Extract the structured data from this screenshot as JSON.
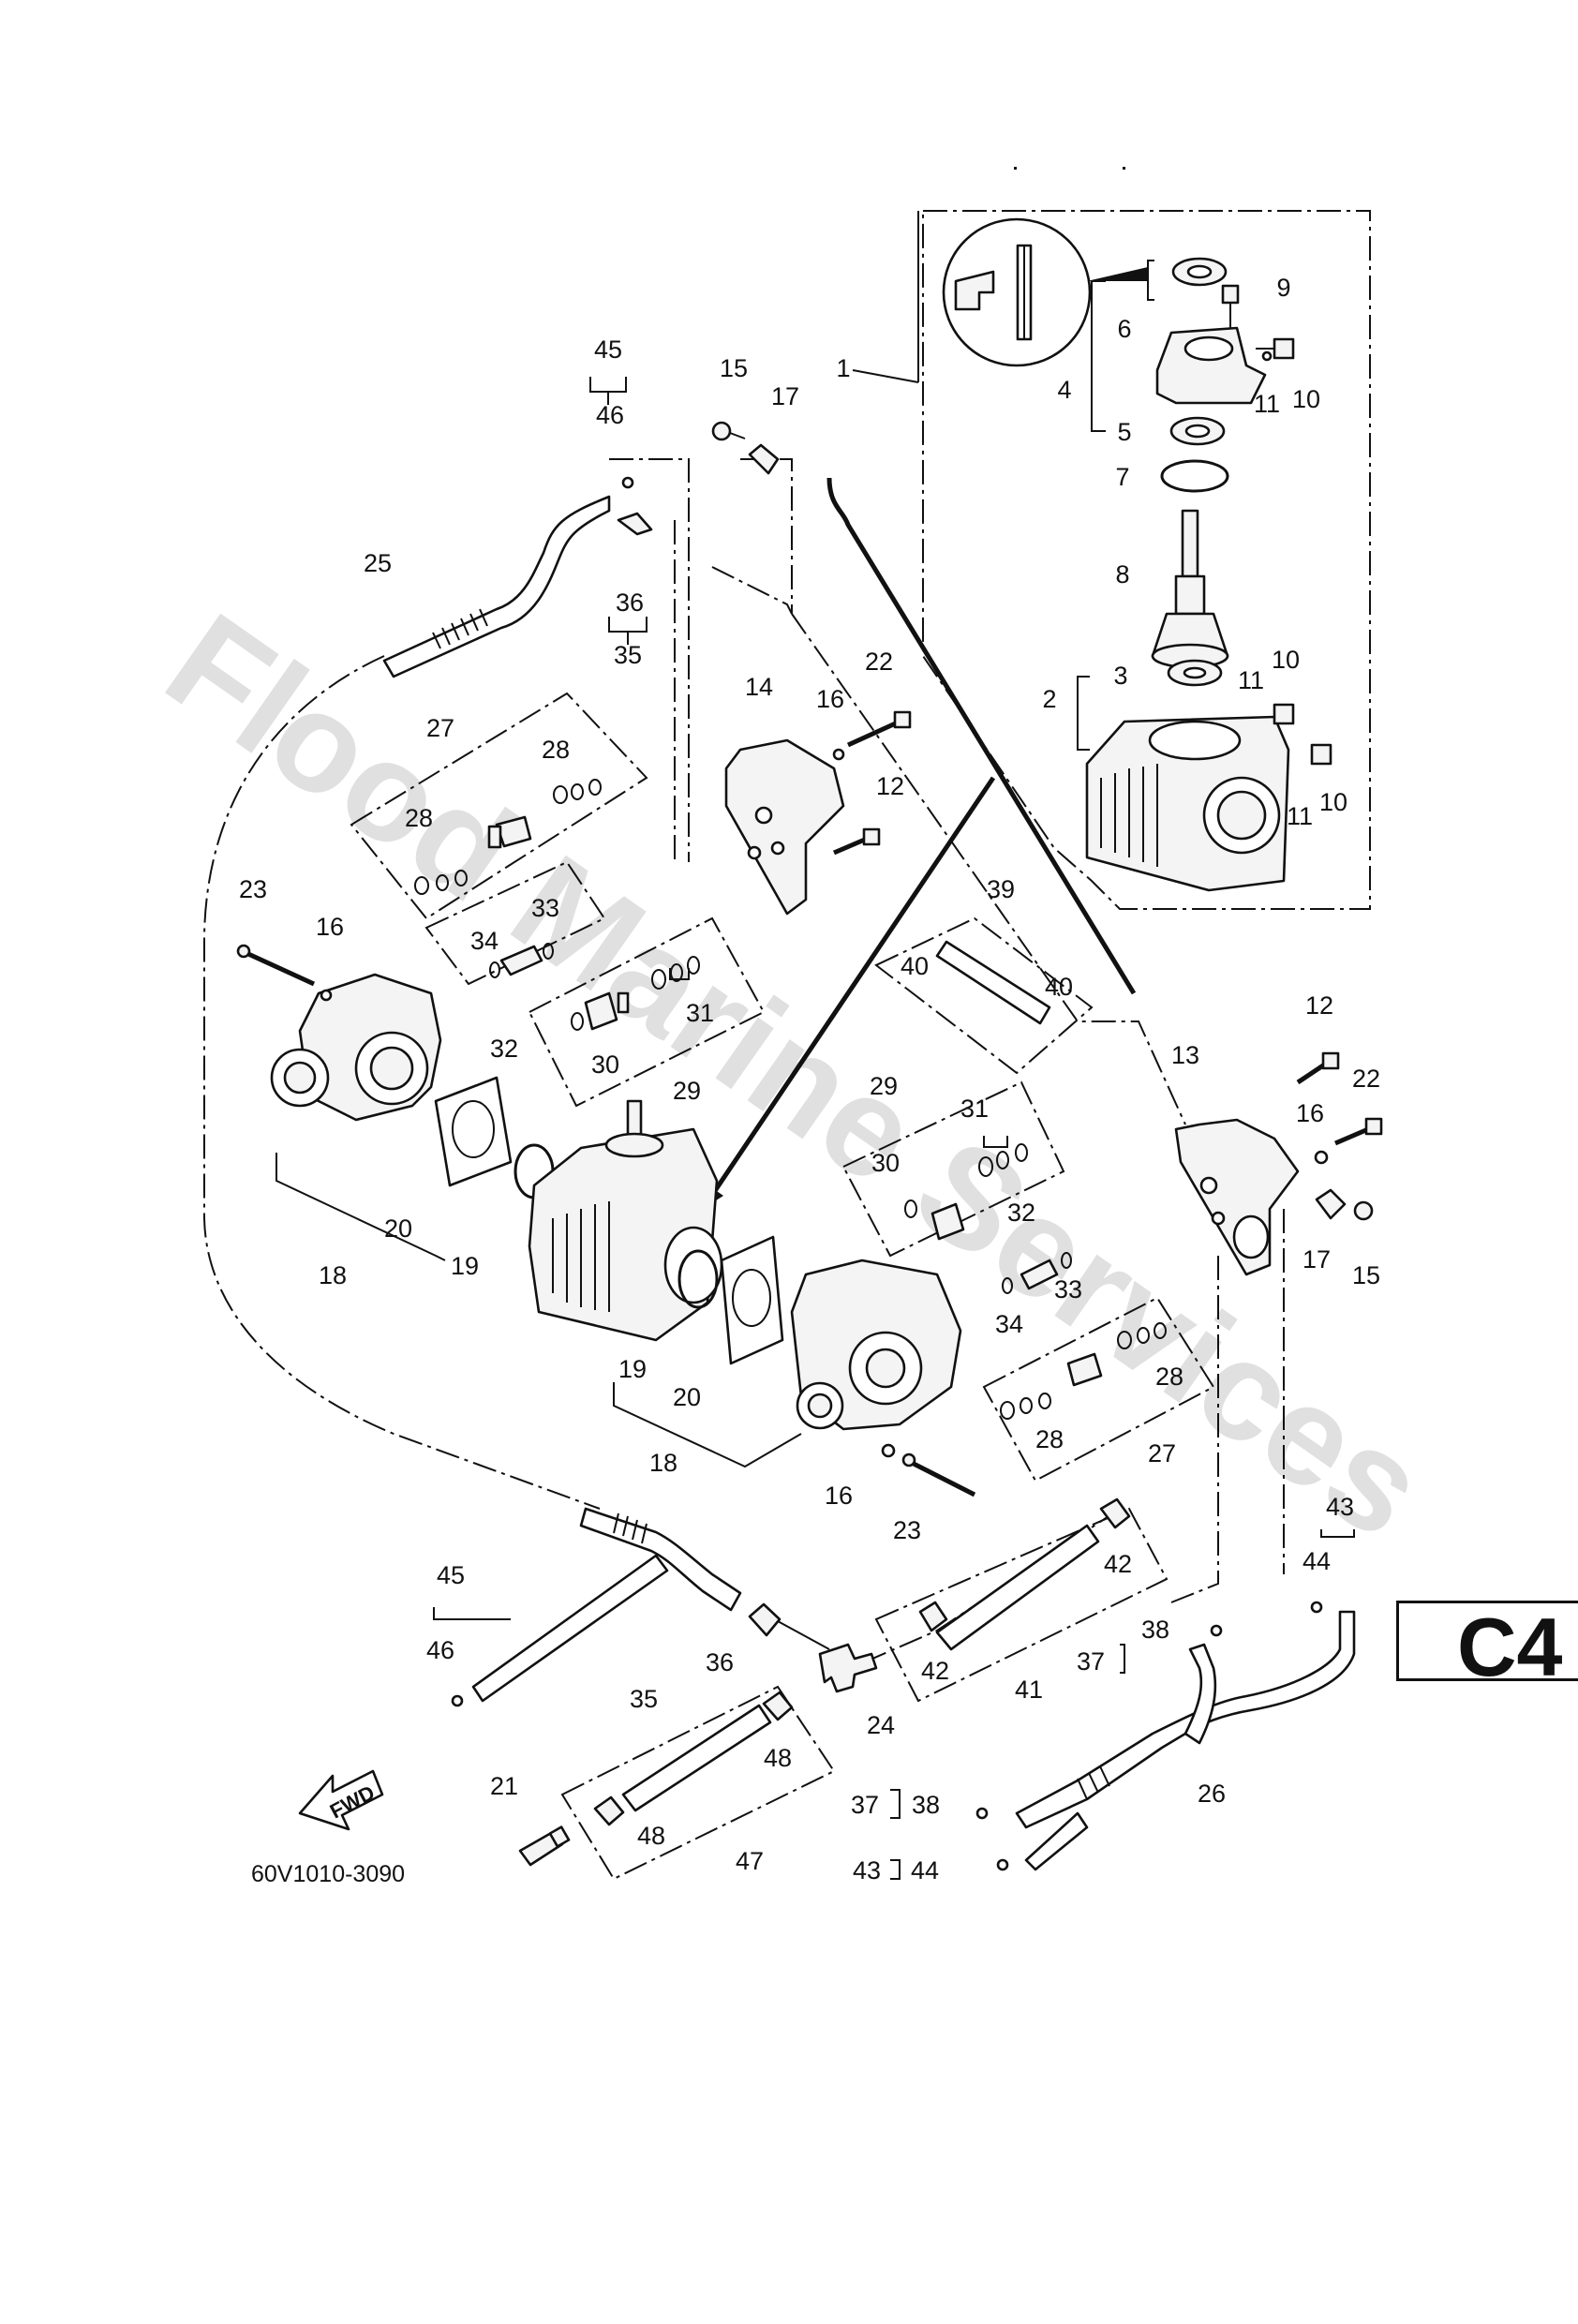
{
  "diagram": {
    "drawing_code": "60V1010-3090",
    "page_ref": "C4",
    "fwd_label": "FWD",
    "watermark": "Flood Marine Services",
    "callouts": [
      {
        "text": "45"
      },
      {
        "text": "46"
      },
      {
        "text": "15"
      },
      {
        "text": "17"
      },
      {
        "text": "1"
      },
      {
        "text": "6"
      },
      {
        "text": "9"
      },
      {
        "text": "4"
      },
      {
        "text": "11"
      },
      {
        "text": "10"
      },
      {
        "text": "5"
      },
      {
        "text": "7"
      },
      {
        "text": "8"
      },
      {
        "text": "25"
      },
      {
        "text": "36"
      },
      {
        "text": "35"
      },
      {
        "text": "3"
      },
      {
        "text": "10"
      },
      {
        "text": "11"
      },
      {
        "text": "2"
      },
      {
        "text": "14"
      },
      {
        "text": "16"
      },
      {
        "text": "22"
      },
      {
        "text": "27"
      },
      {
        "text": "28"
      },
      {
        "text": "28"
      },
      {
        "text": "12"
      },
      {
        "text": "11"
      },
      {
        "text": "10"
      },
      {
        "text": "39"
      },
      {
        "text": "23"
      },
      {
        "text": "16"
      },
      {
        "text": "34"
      },
      {
        "text": "33"
      },
      {
        "text": "40"
      },
      {
        "text": "40"
      },
      {
        "text": "31"
      },
      {
        "text": "32"
      },
      {
        "text": "30"
      },
      {
        "text": "29"
      },
      {
        "text": "12"
      },
      {
        "text": "13"
      },
      {
        "text": "22"
      },
      {
        "text": "29"
      },
      {
        "text": "31"
      },
      {
        "text": "16"
      },
      {
        "text": "30"
      },
      {
        "text": "20"
      },
      {
        "text": "19"
      },
      {
        "text": "18"
      },
      {
        "text": "32"
      },
      {
        "text": "17"
      },
      {
        "text": "15"
      },
      {
        "text": "33"
      },
      {
        "text": "34"
      },
      {
        "text": "28"
      },
      {
        "text": "19"
      },
      {
        "text": "20"
      },
      {
        "text": "28"
      },
      {
        "text": "27"
      },
      {
        "text": "18"
      },
      {
        "text": "16"
      },
      {
        "text": "23"
      },
      {
        "text": "43"
      },
      {
        "text": "45"
      },
      {
        "text": "42"
      },
      {
        "text": "44"
      },
      {
        "text": "46"
      },
      {
        "text": "38"
      },
      {
        "text": "36"
      },
      {
        "text": "42"
      },
      {
        "text": "37"
      },
      {
        "text": "35"
      },
      {
        "text": "41"
      },
      {
        "text": "24"
      },
      {
        "text": "48"
      },
      {
        "text": "26"
      },
      {
        "text": "21"
      },
      {
        "text": "37"
      },
      {
        "text": "38"
      },
      {
        "text": "48"
      },
      {
        "text": "47"
      },
      {
        "text": "43"
      },
      {
        "text": "44"
      }
    ]
  }
}
